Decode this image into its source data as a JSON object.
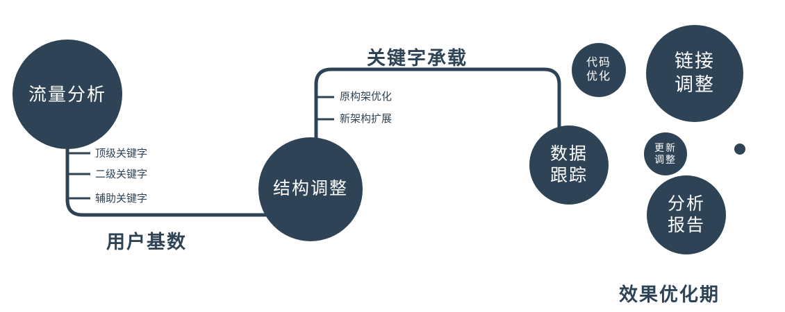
{
  "diagram": {
    "nodes": {
      "traffic": {
        "label": "流量分析"
      },
      "structure": {
        "label": "结构调整"
      },
      "tracking": {
        "line1": "数据",
        "line2": "跟踪"
      },
      "code": {
        "line1": "代码",
        "line2": "优化"
      },
      "link": {
        "line1": "链接",
        "line2": "调整"
      },
      "update": {
        "line1": "更新",
        "line2": "调整"
      },
      "report": {
        "line1": "分析",
        "line2": "报告"
      }
    },
    "edges": {
      "user_base": "用户基数",
      "keyword_carry": "关键字承载"
    },
    "ticks": {
      "traffic_branch": [
        "顶级关键字",
        "二级关键字",
        "辅助关键字"
      ],
      "structure_branch": [
        "原构架优化",
        "新架构扩展"
      ]
    },
    "footer": "效果优化期",
    "colors": {
      "primary": "#2e4355",
      "node_text": "#ffffff",
      "background": "#ffffff"
    }
  }
}
